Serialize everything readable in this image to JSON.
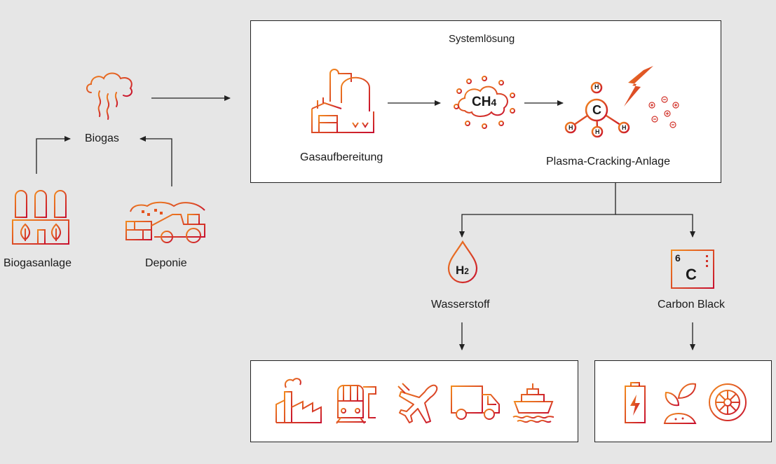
{
  "sources": {
    "biogas": "Biogas",
    "biogasanlage": "Biogasanlage",
    "deponie": "Deponie"
  },
  "system": {
    "title": "Systemlösung",
    "gas_processing": "Gasaufbereitung",
    "methane_formula": "CH",
    "methane_subscript": "4",
    "plasma_plant": "Plasma-Cracking-Anlage",
    "carbon_symbol": "C",
    "hydrogen_symbol": "H"
  },
  "products": {
    "hydrogen": "Wasserstoff",
    "hydrogen_symbol": "H",
    "hydrogen_subscript": "2",
    "carbon_black": "Carbon Black",
    "carbon_atomic_number": "6",
    "carbon_symbol": "C"
  },
  "uses": {
    "hydrogen_icons": [
      "industry-icon",
      "train-icon",
      "airplane-icon",
      "truck-icon",
      "ship-icon"
    ],
    "carbon_icons": [
      "battery-icon",
      "plant-icon",
      "tire-icon"
    ]
  },
  "colors": {
    "gradient_start": "#f07f1e",
    "gradient_end": "#c8102e",
    "arrow": "#222222"
  }
}
